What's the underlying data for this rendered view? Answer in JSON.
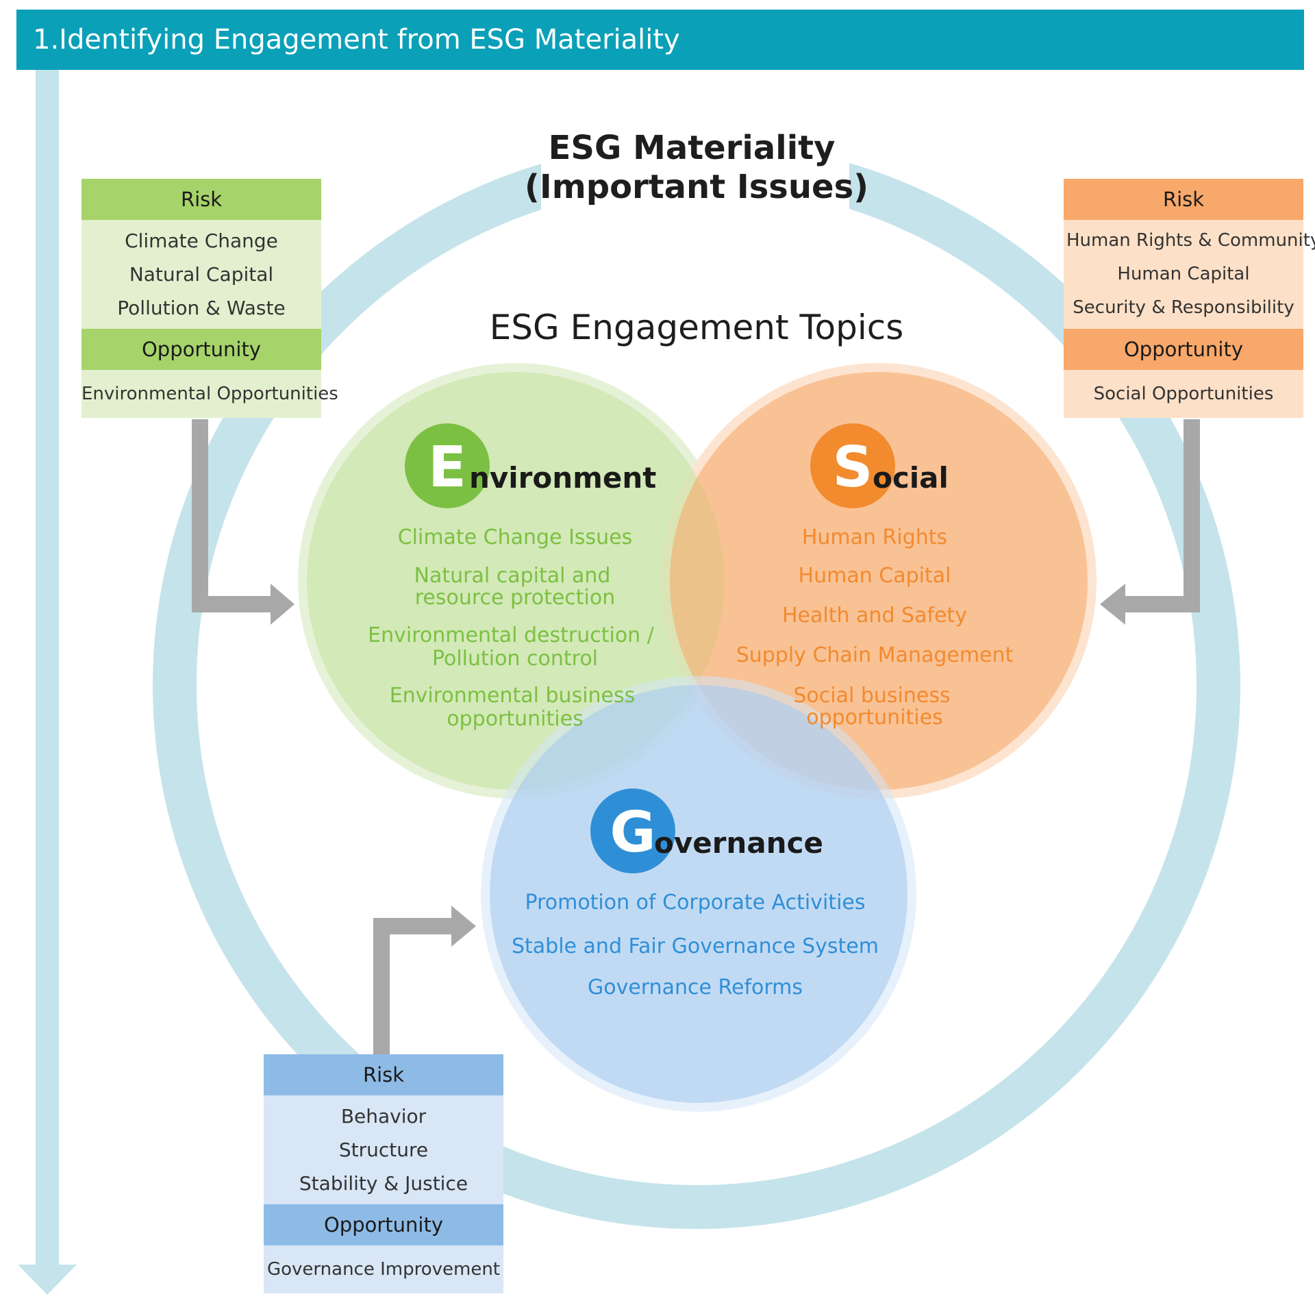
{
  "header": {
    "title": "1.Identifying Engagement from ESG Materiality"
  },
  "materiality": {
    "title_line1": "ESG Materiality",
    "title_line2": "(Important Issues)"
  },
  "engagement": {
    "title": "ESG Engagement Topics"
  },
  "environment": {
    "letter": "E",
    "rest": "nvironment",
    "items": [
      "Climate Change Issues",
      "Natural capital and",
      "resource protection",
      "Environmental destruction /",
      "Pollution control",
      "Environmental business",
      "opportunities"
    ]
  },
  "social": {
    "letter": "S",
    "rest": "ocial",
    "items": [
      "Human Rights",
      "Human Capital",
      "Health and Safety",
      "Supply Chain Management",
      "Social business",
      "opportunities"
    ]
  },
  "governance": {
    "letter": "G",
    "rest": "overnance",
    "items": [
      "Promotion of Corporate Activities",
      "Stable and Fair Governance System",
      "Governance Reforms"
    ]
  },
  "boxes": {
    "env": {
      "risk_label": "Risk",
      "risks": [
        "Climate Change",
        "Natural Capital",
        "Pollution & Waste"
      ],
      "opportunity_label": "Opportunity",
      "opportunity": "Environmental Opportunities"
    },
    "soc": {
      "risk_label": "Risk",
      "risks": [
        "Human Rights & Community",
        "Human Capital",
        "Security & Responsibility"
      ],
      "opportunity_label": "Opportunity",
      "opportunity": "Social Opportunities"
    },
    "gov": {
      "risk_label": "Risk",
      "risks": [
        "Behavior",
        "Structure",
        "Stability & Justice"
      ],
      "opportunity_label": "Opportunity",
      "opportunity": "Governance Improvement"
    }
  },
  "colors": {
    "header": "#0aa0b8",
    "ring": "#c5e3ea",
    "environment": "#7cc043",
    "social": "#f28a2e",
    "governance": "#2f8fd6",
    "arrow": "#a8a8a8"
  }
}
